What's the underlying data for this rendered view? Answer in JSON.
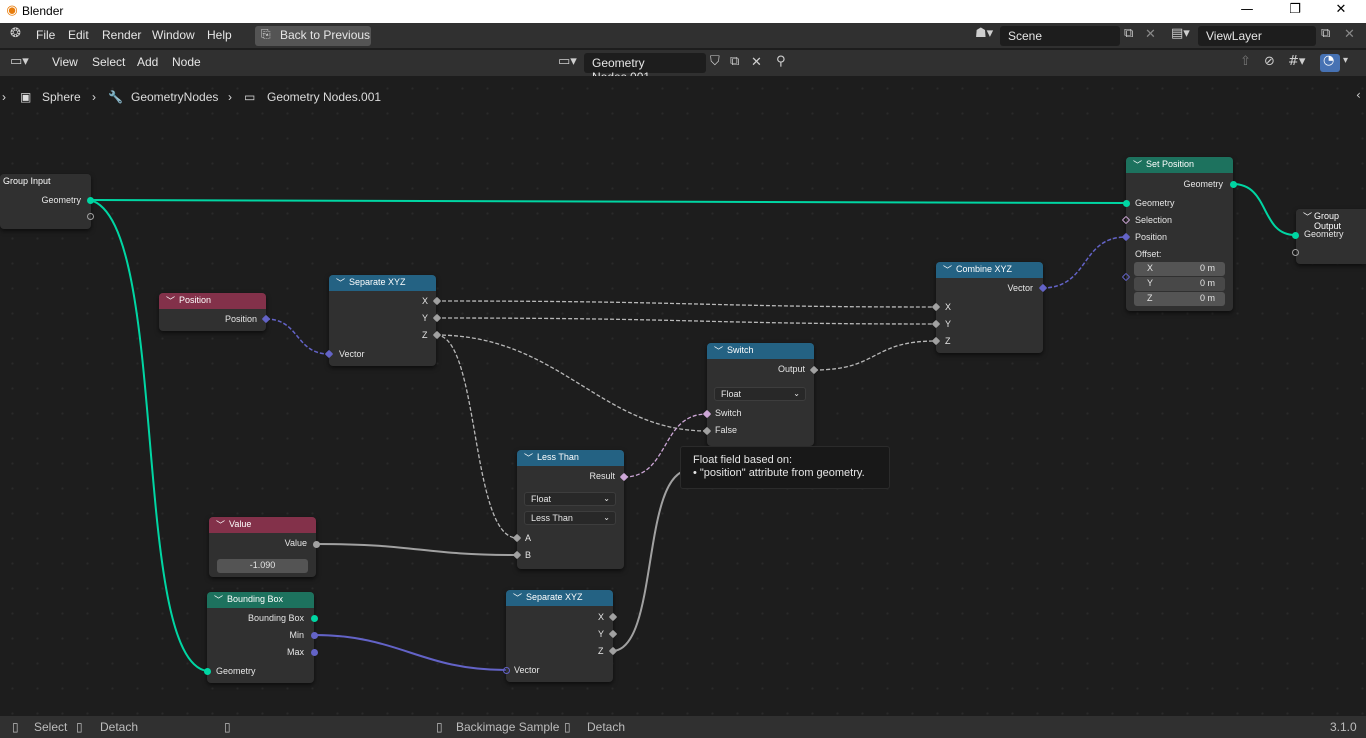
{
  "window": {
    "title": "Blender",
    "controls": {
      "minimize": "—",
      "maximize": "❐",
      "close": "✕"
    }
  },
  "menu": {
    "file": "File",
    "edit": "Edit",
    "render": "Render",
    "window": "Window",
    "help": "Help",
    "back_to_previous": "Back to Previous"
  },
  "scene": {
    "name": "Scene",
    "view_layer": "ViewLayer"
  },
  "editor_menu": {
    "view": "View",
    "select": "Select",
    "add": "Add",
    "node": "Node",
    "node_tree": "Geometry Nodes.001"
  },
  "breadcrumb": {
    "object": "Sphere",
    "modifier": "GeometryNodes",
    "tree": "Geometry Nodes.001"
  },
  "nodes": {
    "group_input": {
      "title": "Group Input",
      "geometry": "Geometry"
    },
    "position": {
      "title": "Position",
      "out": "Position"
    },
    "separate_xyz_1": {
      "title": "Separate XYZ",
      "x": "X",
      "y": "Y",
      "z": "Z",
      "vector": "Vector"
    },
    "combine_xyz": {
      "title": "Combine XYZ",
      "vector": "Vector",
      "x": "X",
      "y": "Y",
      "z": "Z"
    },
    "set_position": {
      "title": "Set Position",
      "geometry_out": "Geometry",
      "geometry_in": "Geometry",
      "selection": "Selection",
      "position": "Position",
      "offset": "Offset:",
      "x_label": "X",
      "x_val": "0 m",
      "y_label": "Y",
      "y_val": "0 m",
      "z_label": "Z",
      "z_val": "0 m"
    },
    "group_output": {
      "title": "Group Output",
      "geometry": "Geometry"
    },
    "switch": {
      "title": "Switch",
      "output": "Output",
      "type": "Float",
      "switch": "Switch",
      "false": "False"
    },
    "less_than": {
      "title": "Less Than",
      "result": "Result",
      "type": "Float",
      "op": "Less Than",
      "a": "A",
      "b": "B"
    },
    "value": {
      "title": "Value",
      "out": "Value",
      "val": "-1.090"
    },
    "bounding_box": {
      "title": "Bounding Box",
      "bbox": "Bounding Box",
      "min": "Min",
      "max": "Max",
      "geometry": "Geometry"
    },
    "separate_xyz_2": {
      "title": "Separate XYZ",
      "x": "X",
      "y": "Y",
      "z": "Z",
      "vector": "Vector"
    }
  },
  "tooltip": {
    "line1": "Float field based on:",
    "line2": "• \"position\" attribute from geometry."
  },
  "status": {
    "select": "Select",
    "detach": "Detach",
    "backimage": "Backimage Sample",
    "detach2": "Detach",
    "version": "3.1.0"
  },
  "colors": {
    "geo_socket": "#00d6a3",
    "vector_socket": "#6363c7",
    "float_socket": "#a1a1a1",
    "bool_socket": "#cca6d6",
    "input_header": "#83314a",
    "converter_header": "#246283",
    "geometry_header": "#1d725e"
  }
}
